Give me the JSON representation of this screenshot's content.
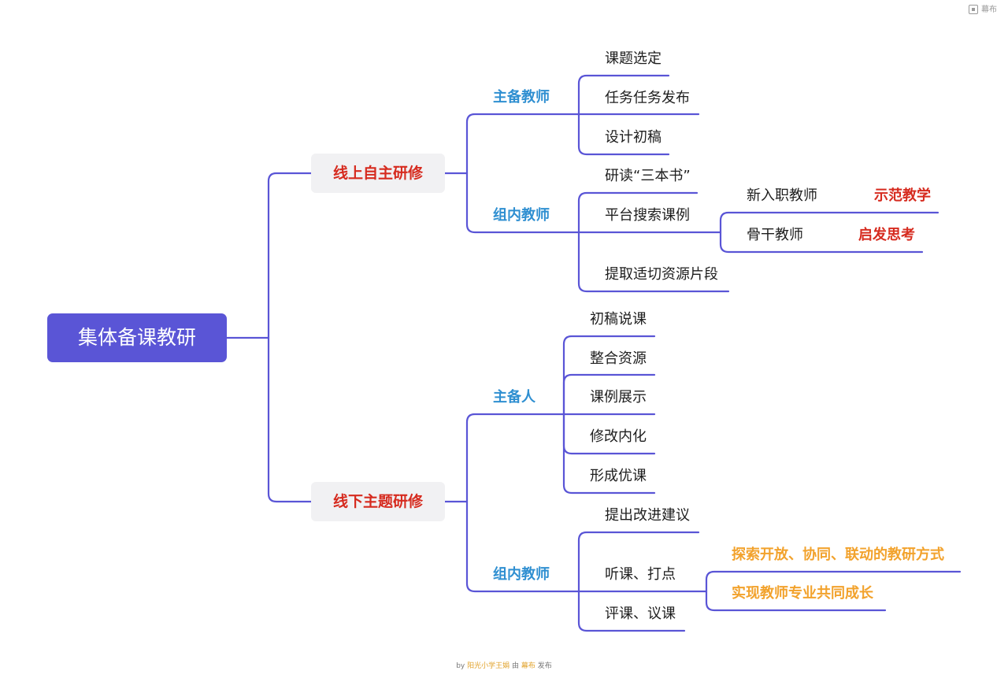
{
  "watermark": {
    "label": "幕布",
    "icon": "mubu-logo-icon"
  },
  "root": {
    "label": "集体备课教研"
  },
  "online": {
    "label": "线上自主研修",
    "main_teacher": {
      "label": "主备教师",
      "items": [
        "课题选定",
        "任务任务发布",
        "设计初稿"
      ]
    },
    "group_teacher": {
      "label": "组内教师",
      "items": [
        "研读“三本书”",
        "平台搜索课例",
        "提取适切资源片段"
      ],
      "sub": [
        {
          "label": "新入职教师",
          "tag": "示范教学"
        },
        {
          "label": "骨干教师",
          "tag": "启发思考"
        }
      ]
    }
  },
  "offline": {
    "label": "线下主题研修",
    "main_person": {
      "label": "主备人",
      "items": [
        "初稿说课",
        "整合资源",
        "课例展示",
        "修改内化",
        "形成优课"
      ]
    },
    "group_teacher": {
      "label": "组内教师",
      "items": [
        "提出改进建议",
        "听课、打点",
        "评课、议课"
      ],
      "outcomes": [
        "探索开放、协同、联动的教研方式",
        "实现教师专业共同成长"
      ]
    }
  },
  "credit": {
    "by": "by",
    "author": "阳光小学王娟",
    "via": "由",
    "app": "幕布",
    "publish": "发布"
  },
  "colors": {
    "line": "#5a55d6",
    "root_bg": "#5a55d6",
    "box_bg": "#f1f1f3",
    "red": "#d62b1f",
    "blue": "#2f8fd1",
    "orange": "#f2a22c"
  }
}
